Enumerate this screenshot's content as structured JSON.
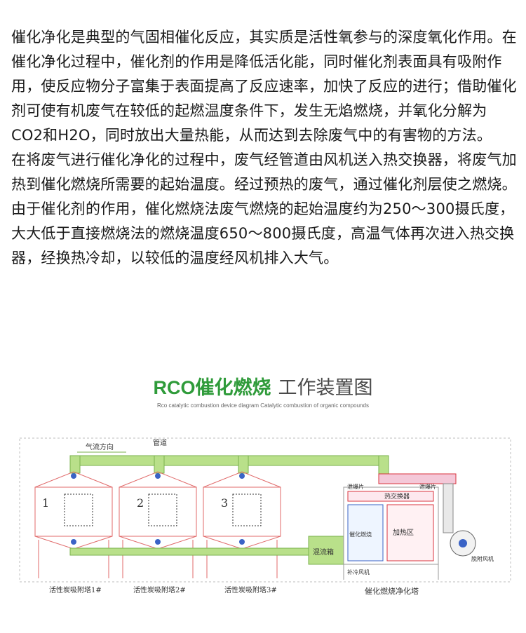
{
  "article": {
    "paragraphs": [
      "催化净化是典型的气固相催化反应，其实质是活性氧参与的深度氧化作用。在催化净化过程中，催化剂的作用是降低活化能，同时催化剂表面具有吸附作用，使反应物分子富集于表面提高了反应速率，加快了反应的进行；借助催化剂可使有机废气在较低的起燃温度条件下，发生无焰燃烧，并氧化分解为CO2和H2O，同时放出大量热能，从而达到去除废气中的有害物的方法。",
      "在将废气进行催化净化的过程中，废气经管道由风机送入热交换器，将废气加热到催化燃烧所需要的起始温度。经过预热的废气，通过催化剂层使之燃烧。由于催化剂的作用，催化燃烧法废气燃烧的起始温度约为250～300摄氏度，大大低于直接燃烧法的燃烧温度650～800摄氏度，高温气体再次进入热交换器，经换热冷却，以较低的温度经风机排入大气。"
    ]
  },
  "figure": {
    "title_brand": "RCO催化燃烧",
    "title_rest": "工作装置图",
    "subtitle": "Rco catalytic combustion device diagram Catalytic combustion of organic compounds",
    "labels": {
      "airflow": "气流方向",
      "pipe": "管道",
      "explosion_left": "泄爆片",
      "heat_exchanger": "热交换器",
      "explosion_right": "泄爆片",
      "catalytic_unit": "催化燃烧",
      "heating_zone": "加热区",
      "mixing_box": "混流箱",
      "cooling_fan": "补冷风机",
      "desorption_fan": "脱附风机",
      "tower_1_number": "1",
      "tower_2_number": "2",
      "tower_3_number": "3",
      "tower_1_caption": "活性炭吸附塔1#",
      "tower_2_caption": "活性炭吸附塔2#",
      "tower_3_caption": "活性炭吸附塔3#",
      "catalytic_tower_caption": "催化燃烧净化塔"
    },
    "colors": {
      "brand_green": "#2f9b3a",
      "pipe_green": "#b9e08a",
      "tower_red": "#e06a6a",
      "heat_red": "#d9343f",
      "dashed_grey": "#9a9a9a",
      "fan_blue": "#3a63c6"
    }
  }
}
